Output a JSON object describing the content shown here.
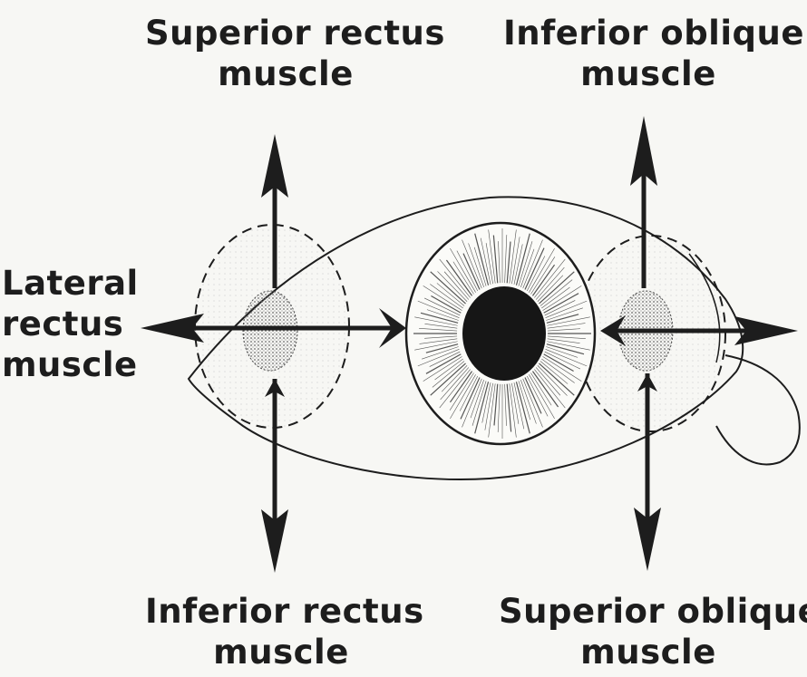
{
  "labels": {
    "superior_rectus": [
      "Superior rectus",
      "muscle"
    ],
    "inferior_oblique": [
      "Inferior oblique",
      "muscle"
    ],
    "lateral_rectus": [
      "Lateral",
      "rectus",
      "muscle"
    ],
    "inferior_rectus": [
      "Inferior rectus",
      "muscle"
    ],
    "superior_oblique": [
      "Superior oblique",
      "muscle"
    ]
  },
  "colors": {
    "ink": "#1d1d1d",
    "paper": "#f7f7f4",
    "pupil": "#161616",
    "stipple": "#6a6a6a"
  }
}
